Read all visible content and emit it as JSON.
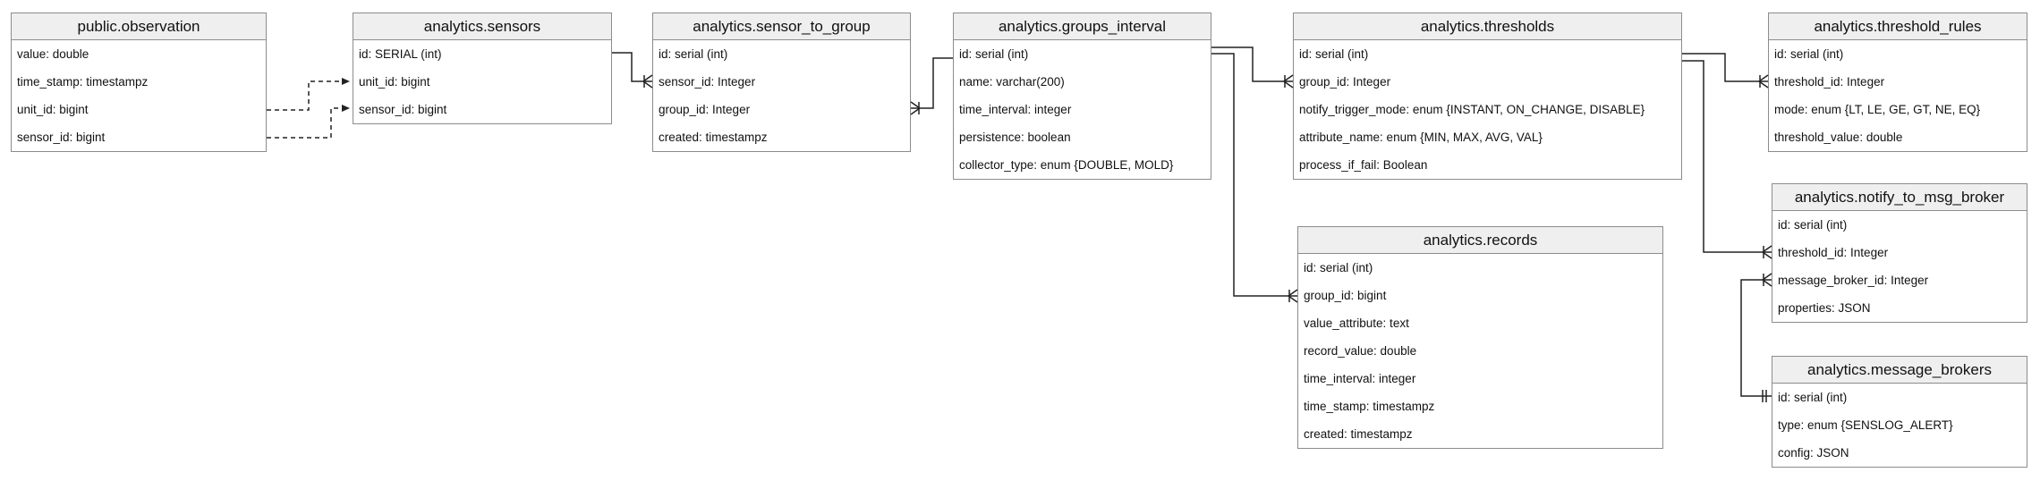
{
  "entities": {
    "observation": {
      "title": "public.observation",
      "fields": [
        "value: double",
        "time_stamp: timestampz",
        "unit_id: bigint",
        "sensor_id: bigint"
      ]
    },
    "sensors": {
      "title": "analytics.sensors",
      "fields": [
        "id: SERIAL (int)",
        "unit_id: bigint",
        "sensor_id: bigint"
      ]
    },
    "sensor_to_group": {
      "title": "analytics.sensor_to_group",
      "fields": [
        "id: serial (int)",
        "sensor_id: Integer",
        "group_id: Integer",
        "created: timestampz"
      ]
    },
    "groups_interval": {
      "title": "analytics.groups_interval",
      "fields": [
        "id: serial (int)",
        "name: varchar(200)",
        "time_interval: integer",
        "persistence: boolean",
        "collector_type: enum {DOUBLE, MOLD}"
      ]
    },
    "thresholds": {
      "title": "analytics.thresholds",
      "fields": [
        "id: serial (int)",
        "group_id: Integer",
        "notify_trigger_mode: enum {INSTANT, ON_CHANGE, DISABLE}",
        "attribute_name: enum {MIN, MAX, AVG, VAL}",
        "process_if_fail: Boolean"
      ]
    },
    "threshold_rules": {
      "title": "analytics.threshold_rules",
      "fields": [
        "id: serial (int)",
        "threshold_id: Integer",
        "mode: enum {LT, LE, GE, GT, NE, EQ}",
        "threshold_value: double"
      ]
    },
    "records": {
      "title": "analytics.records",
      "fields": [
        "id: serial (int)",
        "group_id: bigint",
        "value_attribute: text",
        "record_value: double",
        "time_interval: integer",
        "time_stamp: timestampz",
        "created: timestampz"
      ]
    },
    "notify_to_msg_broker": {
      "title": "analytics.notify_to_msg_broker",
      "fields": [
        "id: serial (int)",
        "threshold_id: Integer",
        "message_broker_id: Integer",
        "properties: JSON"
      ]
    },
    "message_brokers": {
      "title": "analytics.message_brokers",
      "fields": [
        "id: serial (int)",
        "type: enum {SENSLOG_ALERT}",
        "config: JSON"
      ]
    }
  }
}
